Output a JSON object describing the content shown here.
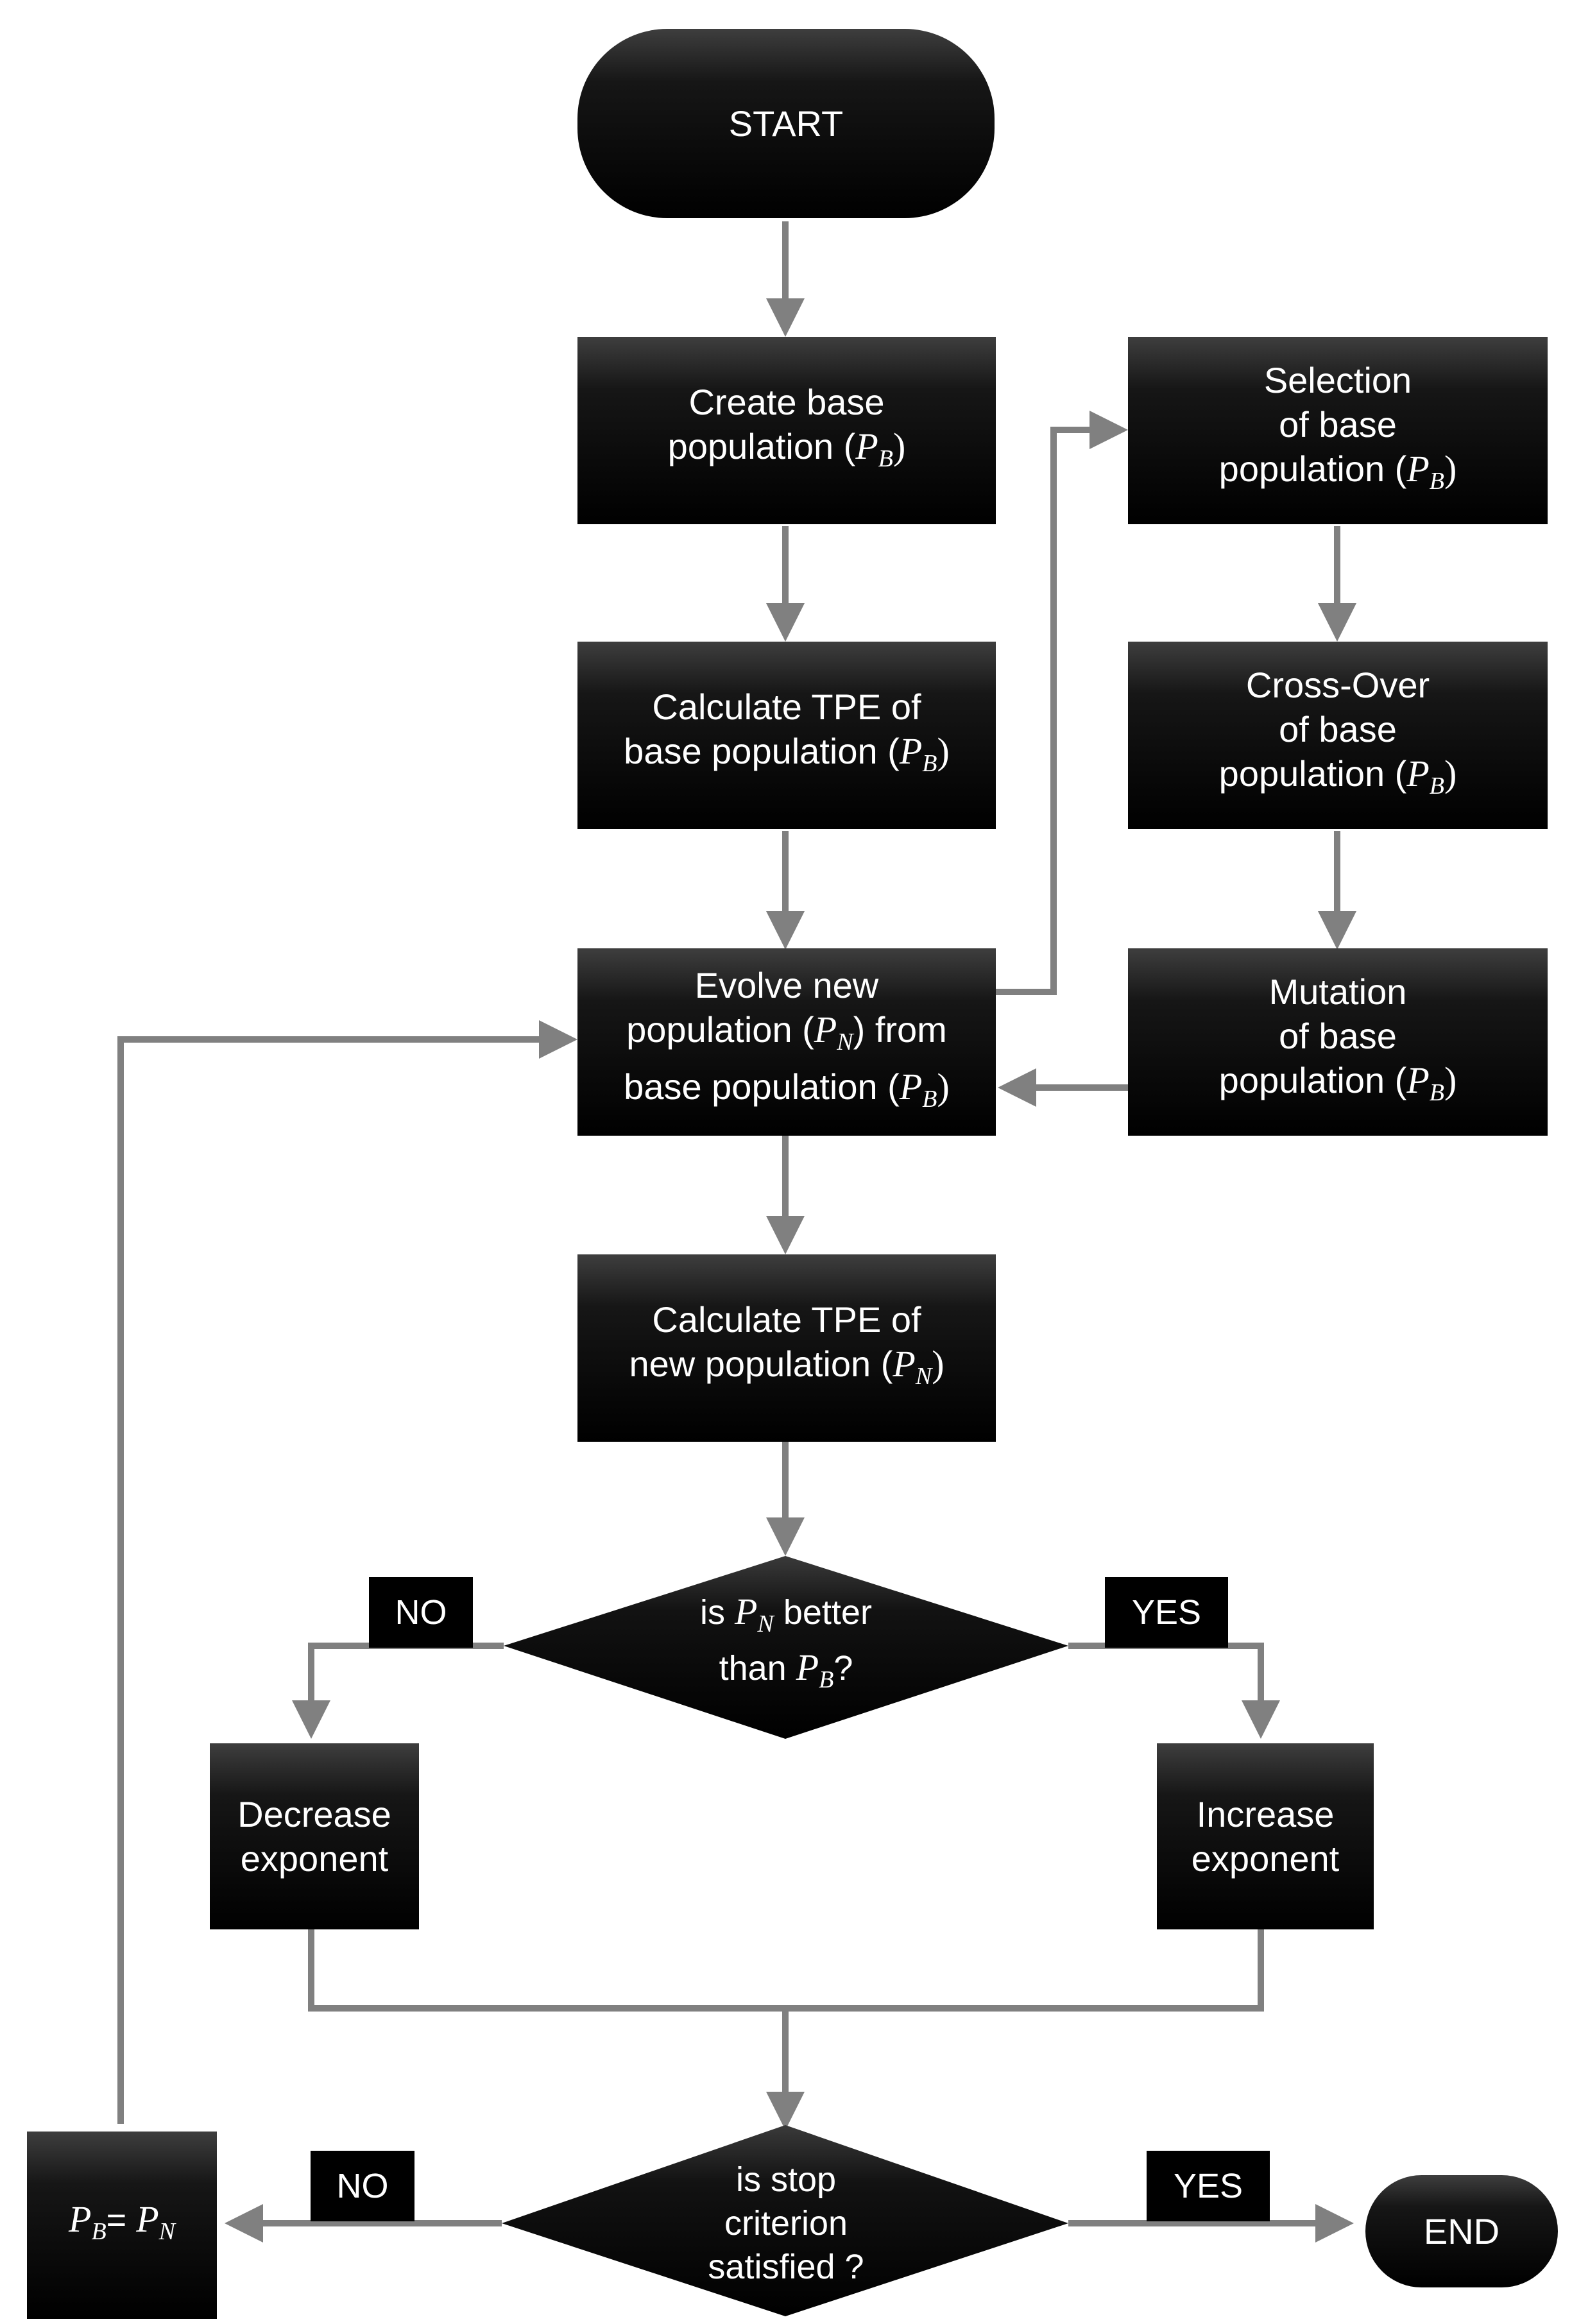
{
  "nodes": {
    "start": {
      "label": "START"
    },
    "create": {
      "line1": "Create base",
      "line2": "population (",
      "sym": "P",
      "sub": "B",
      "close": ")"
    },
    "calc_base": {
      "line1": "Calculate TPE of",
      "line2": "base population (",
      "sym": "P",
      "sub": "B",
      "close": ")"
    },
    "evolve": {
      "line1": "Evolve new",
      "line2a": "population (",
      "sym_n": "P",
      "sub_n": "N",
      "line2b": ") from",
      "line3": "base population (",
      "sym_b": "P",
      "sub_b": "B",
      "close": ")"
    },
    "selection": {
      "line1": "Selection",
      "line2": "of base",
      "line3": "population (",
      "sym": "P",
      "sub": "B",
      "close": ")"
    },
    "crossover": {
      "line1": "Cross-Over",
      "line2": "of base",
      "line3": "population (",
      "sym": "P",
      "sub": "B",
      "close": ")"
    },
    "mutation": {
      "line1": "Mutation",
      "line2": "of base",
      "line3": "population (",
      "sym": "P",
      "sub": "B",
      "close": ")"
    },
    "calc_new": {
      "line1": "Calculate TPE of",
      "line2": "new population (",
      "sym": "P",
      "sub": "N",
      "close": ")"
    },
    "decision_better": {
      "line1a": "is ",
      "sym_n": "P",
      "sub_n": "N",
      "line1b": " better",
      "line2a": "than ",
      "sym_b": "P",
      "sub_b": "B",
      "line2b": "?"
    },
    "decrease": {
      "line1": "Decrease",
      "line2": "exponent"
    },
    "increase": {
      "line1": "Increase",
      "line2": "exponent"
    },
    "decision_stop": {
      "line1": "is stop",
      "line2": "criterion",
      "line3": "satisfied ?"
    },
    "assign": {
      "sym_b": "P",
      "sub_b": "B",
      "eq": "= ",
      "sym_n": "P",
      "sub_n": "N"
    },
    "end": {
      "label": "END"
    }
  },
  "edge_labels": {
    "better_no": "NO",
    "better_yes": "YES",
    "stop_no": "NO",
    "stop_yes": "YES"
  },
  "colors": {
    "node_fill": "#000000",
    "node_text": "#ffffff",
    "connector": "#808080",
    "background": "#ffffff"
  }
}
